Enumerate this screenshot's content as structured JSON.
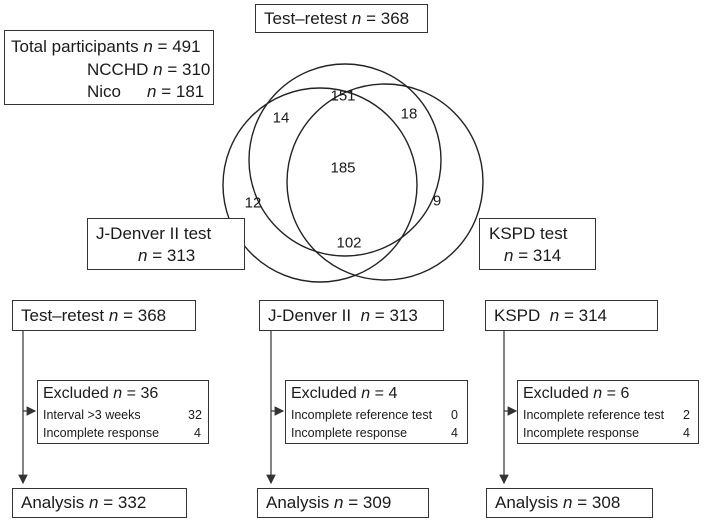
{
  "summary": {
    "total_label": "Total participants",
    "total_n": "491",
    "ncchd_label": "NCCHD",
    "ncchd_n": "310",
    "nico_label": "Nico",
    "nico_n": "181",
    "n_symbol": "n",
    "eq": "="
  },
  "venn": {
    "test_retest": {
      "label": "Test–retest",
      "n": "368"
    },
    "jdenver": {
      "label_line1": "J-Denver II test",
      "n": "313"
    },
    "kspd": {
      "label_line1": "KSPD test",
      "n": "314"
    },
    "regions": {
      "test_retest_only": "151",
      "test_retest_jdenver": "14",
      "test_retest_kspd": "18",
      "all_three": "185",
      "jdenver_only": "12",
      "kspd_only": "9",
      "jdenver_kspd": "102"
    }
  },
  "flows": [
    {
      "title": "Test–retest",
      "n": "368",
      "excluded_label": "Excluded",
      "excluded_n": "36",
      "reasons": [
        {
          "label": "Interval >3 weeks",
          "value": "32"
        },
        {
          "label": "Incomplete response",
          "value": "4"
        }
      ],
      "analysis_label": "Analysis",
      "analysis_n": "332"
    },
    {
      "title": "J-Denver II",
      "n": "313",
      "excluded_label": "Excluded",
      "excluded_n": "4",
      "reasons": [
        {
          "label": "Incomplete reference test",
          "value": "0"
        },
        {
          "label": "Incomplete response",
          "value": "4"
        }
      ],
      "analysis_label": "Analysis",
      "analysis_n": "309"
    },
    {
      "title": "KSPD",
      "n": "314",
      "excluded_label": "Excluded",
      "excluded_n": "6",
      "reasons": [
        {
          "label": "Incomplete reference test",
          "value": "2"
        },
        {
          "label": "Incomplete response",
          "value": "4"
        }
      ],
      "analysis_label": "Analysis",
      "analysis_n": "308"
    }
  ]
}
